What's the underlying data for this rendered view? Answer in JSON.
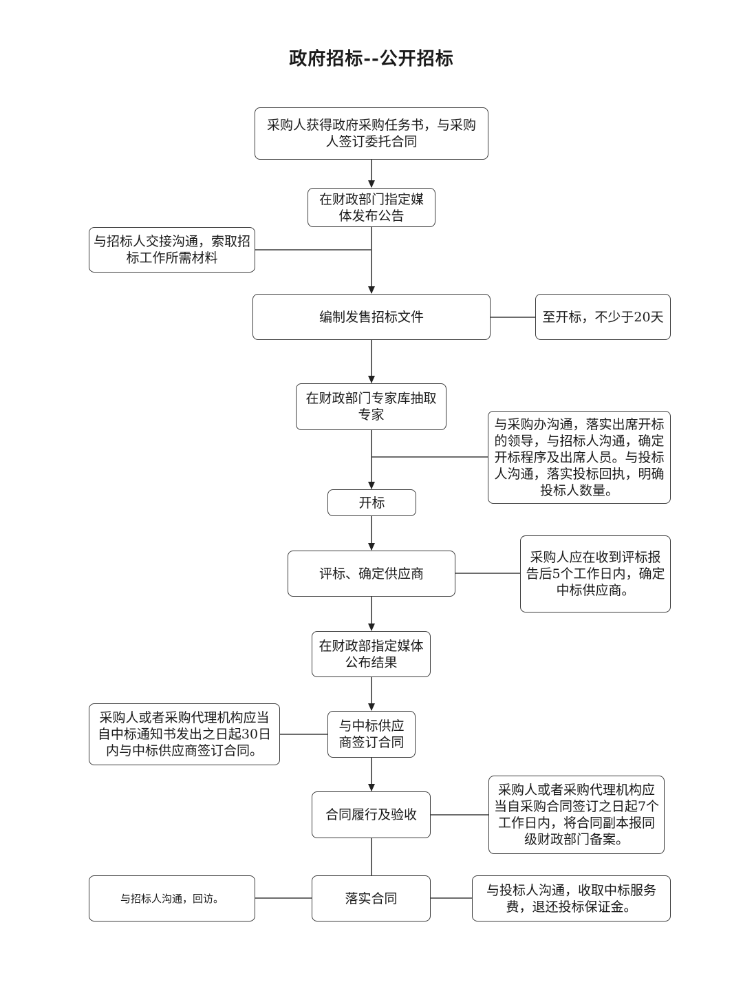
{
  "title": "政府招标--公开招标",
  "main_steps": {
    "task": "采购人获得政府采购任务书，与采购人签订委托合同",
    "publish_notice": "在财政部门指定媒体发布公告",
    "prepare_docs": "编制发售招标文件",
    "draw_experts": "在财政部门专家库抽取专家",
    "open_bid": "开标",
    "evaluate": "评标、确定供应商",
    "publish_result": "在财政部指定媒体公布结果",
    "sign_contract": "与中标供应商签订合同",
    "perform_accept": "合同履行及验收",
    "implement": "落实合同"
  },
  "side_notes": {
    "handover": "与招标人交接沟通，索取招标工作所需材料",
    "min_days": "至开标，不少于20天",
    "coordinate": "与采购办沟通，落实出席开标的领导，与招标人沟通，确定开标程序及出席人员。与投标人沟通，落实投标回执，明确投标人数量。",
    "confirm_supplier": "采购人应在收到评标报告后5个工作日内，确定中标供应商。",
    "sign_deadline": "采购人或者采购代理机构应当自中标通知书发出之日起30日内与中标供应商签订合同。",
    "filing": "采购人或者采购代理机构应当自采购合同签订之日起7个工作日内，将合同副本报同级财政部门备案。",
    "revisit": "与招标人沟通，回访。",
    "service_fee": "与投标人沟通，收取中标服务费，退还投标保证金。"
  }
}
